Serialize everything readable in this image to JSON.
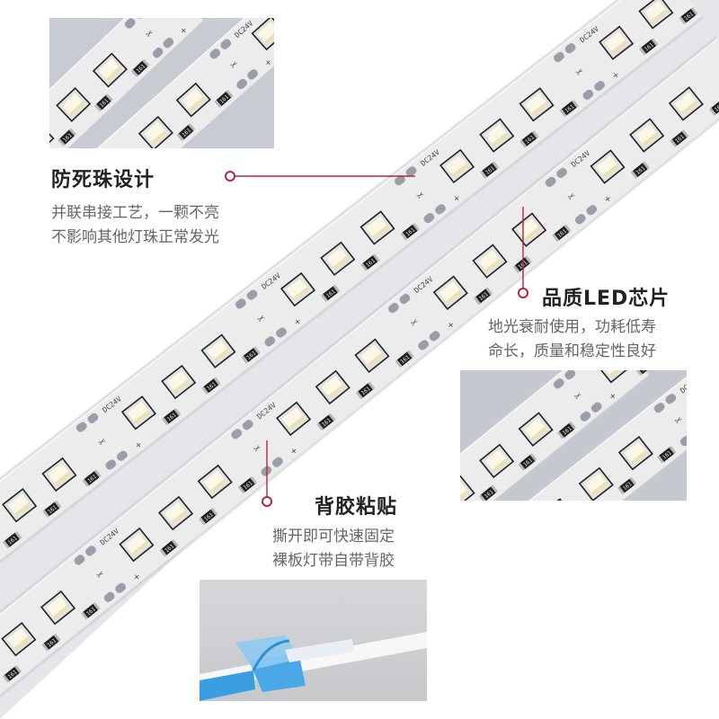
{
  "features": [
    {
      "title": "防死珠设计",
      "desc_lines": [
        "并联串接工艺，一颗不亮",
        "不影响其他灯珠正常发光"
      ]
    },
    {
      "title": "品质LED芯片",
      "desc_lines": [
        "地光衰耐使用，功耗低寿",
        "命长，质量和稳定性良好"
      ]
    },
    {
      "title": "背胶粘贴",
      "desc_lines": [
        "撕开即可快速固定",
        "裸板灯带自带背胶"
      ]
    }
  ],
  "strip_print": {
    "voltage": "DC24V",
    "resistor": "161",
    "plus": "+",
    "minus": "_"
  },
  "colors": {
    "accent": "#b0263d",
    "strip": "#ececec",
    "led": "#fbf7e6",
    "tape": "#3da0e0"
  }
}
